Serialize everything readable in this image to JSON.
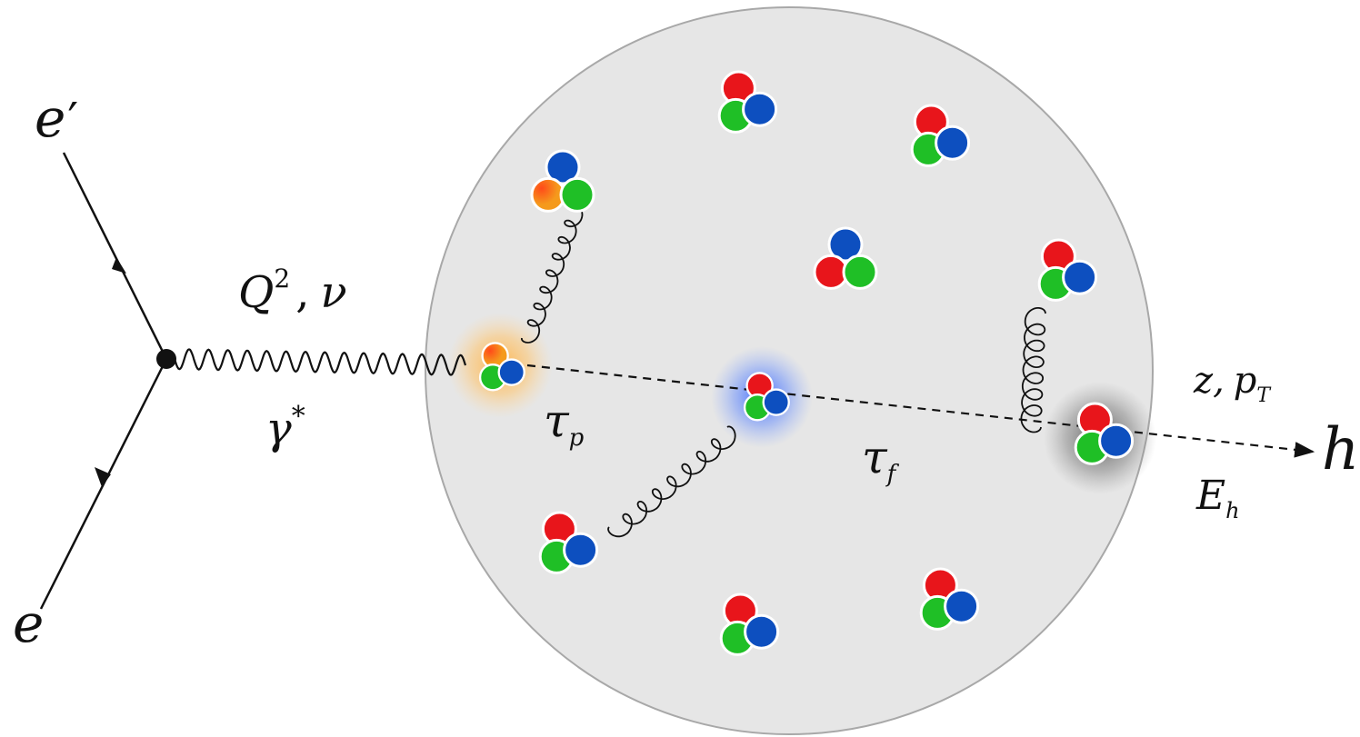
{
  "labels": {
    "e_in": "e",
    "e_out": "e",
    "e_out_prime": "′",
    "photon": "γ",
    "photon_star": "*",
    "Q": "Q",
    "Q_sup": "2",
    "nu_sep": ",",
    "nu": "ν",
    "tau_p": "τ",
    "tau_p_sub": "p",
    "tau_f": "τ",
    "tau_f_sub": "f",
    "z": "z,",
    "p": "p",
    "pT_sub": "T",
    "E": "E",
    "E_sub": "h",
    "hadron": "h"
  },
  "colors": {
    "nucleus_fill": "#e6e6e6",
    "nucleus_stroke": "#a8a8a8",
    "quark_red": "#e8151b",
    "quark_green": "#1fbf26",
    "quark_blue": "#0d4fbf",
    "quark_orange": "#f06a1a",
    "glow_orange": "#ffb347",
    "glow_blue": "#3a6cff",
    "glow_gray": "#555555",
    "line": "#111111"
  },
  "icons": {
    "nucleon": "three-quark-cluster",
    "vertex": "filled-dot",
    "photon": "wavy-line",
    "gluon": "curly-line"
  }
}
